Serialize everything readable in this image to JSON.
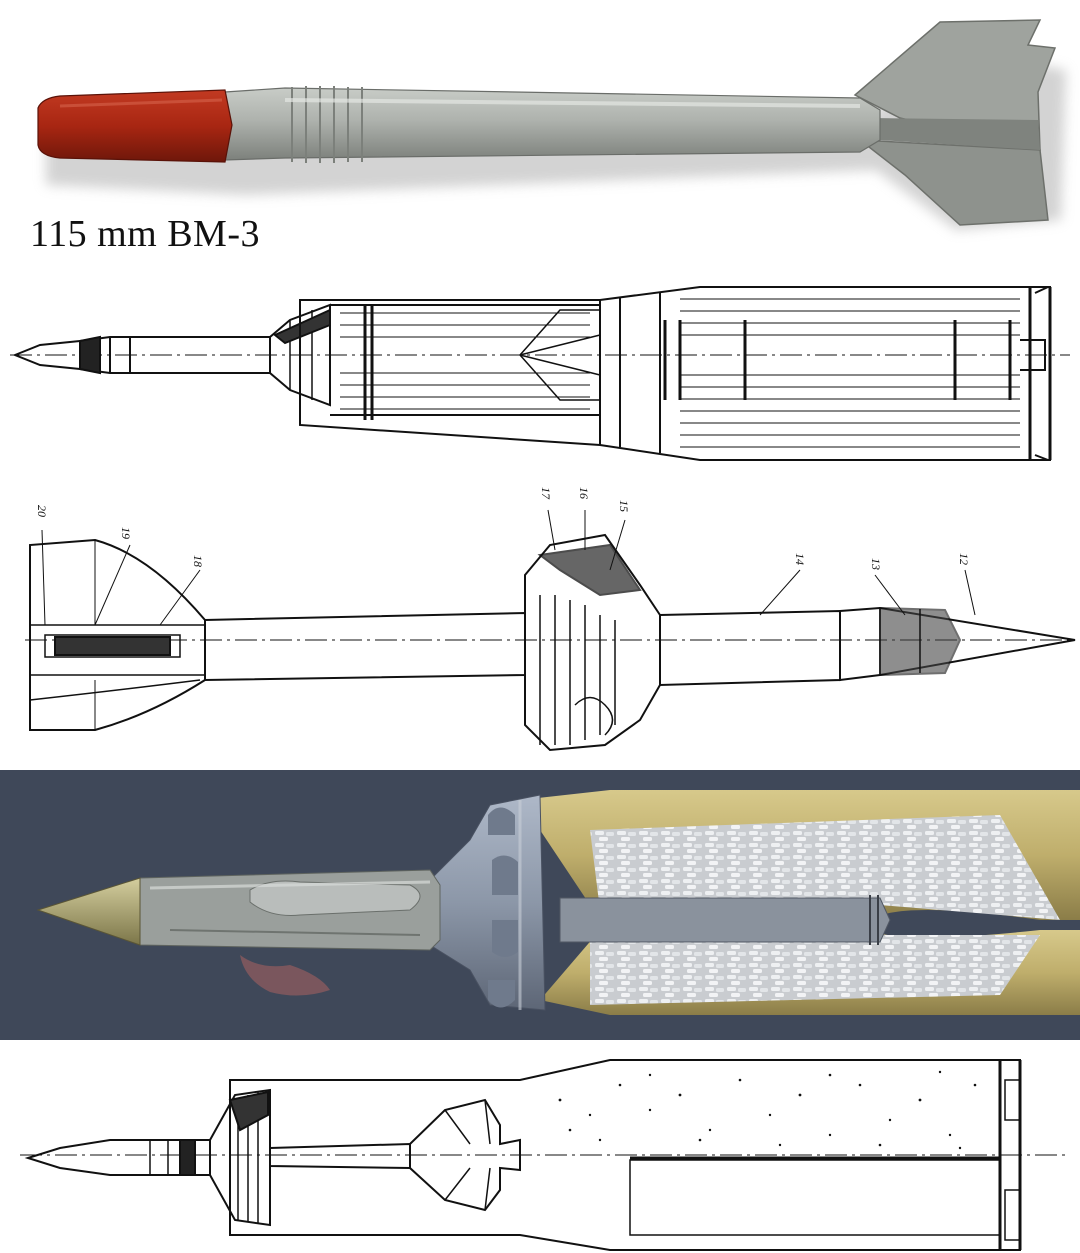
{
  "caption": "115 mm BM-3",
  "part_labels": [
    "20",
    "19",
    "18",
    "17",
    "16",
    "15",
    "14",
    "13",
    "12"
  ],
  "colors": {
    "tip_red": "#b02a14",
    "body_grey": "#a9ada8",
    "case_tan": "#c9b97a",
    "cloth_blue": "#39414f",
    "ink": "#111111"
  }
}
